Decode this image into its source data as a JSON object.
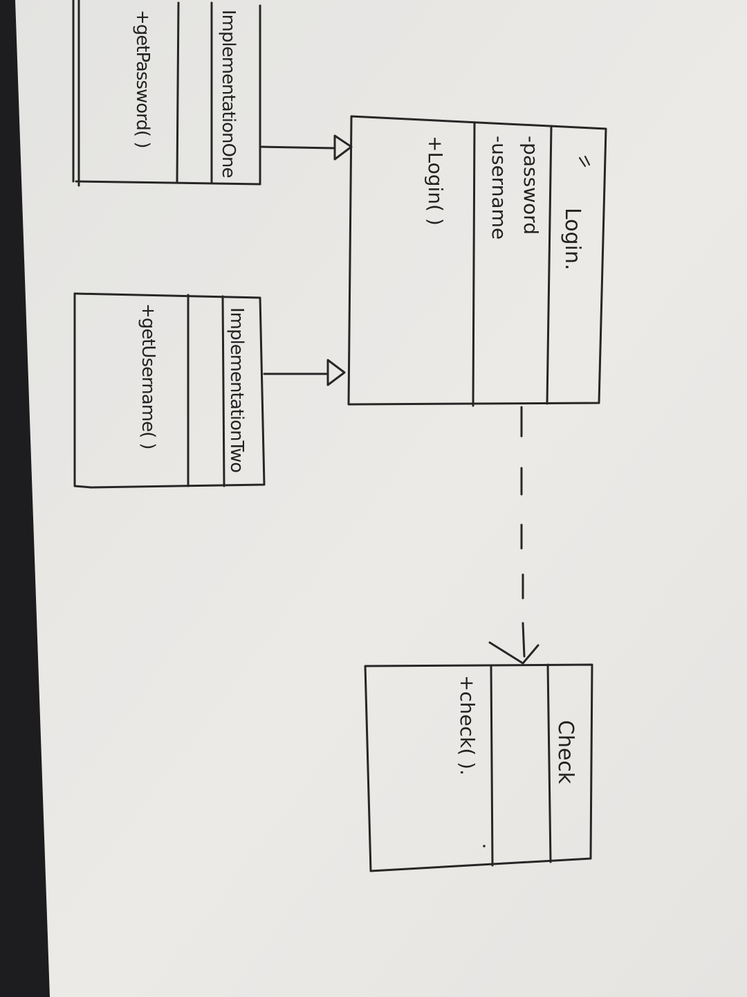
{
  "diagram": {
    "classes": {
      "login": {
        "name": "Login.",
        "attributes": [
          "-password",
          "-username"
        ],
        "methods": [
          "+Login( )"
        ]
      },
      "check": {
        "name": "Check",
        "attributes": [],
        "methods": [
          "+check(   )."
        ]
      },
      "implementation_one": {
        "name": "ImplementationOne",
        "attributes": [],
        "methods": [
          "+getPassword( )"
        ]
      },
      "implementation_two": {
        "name": "ImplementationTwo",
        "attributes": [],
        "methods": [
          "+getUsername( )"
        ]
      }
    },
    "relations": [
      {
        "from": "implementation_one",
        "to": "login",
        "kind": "generalization"
      },
      {
        "from": "implementation_two",
        "to": "login",
        "kind": "generalization"
      },
      {
        "from": "login",
        "to": "check",
        "kind": "dependency"
      }
    ]
  }
}
